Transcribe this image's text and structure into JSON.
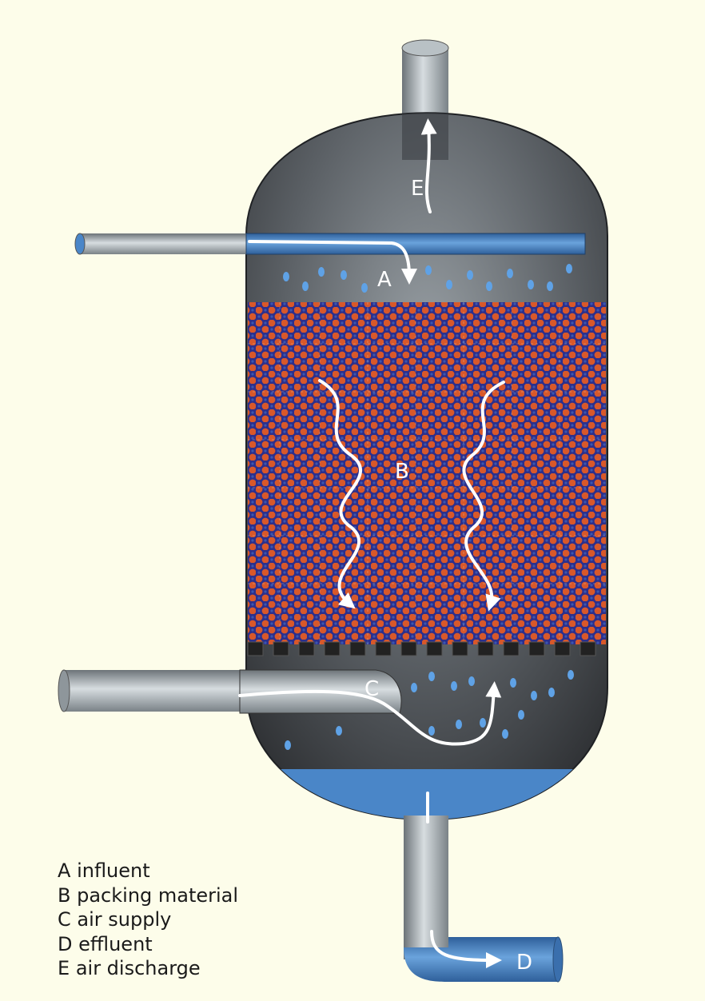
{
  "labels": {
    "a": "A",
    "b": "B",
    "c": "C",
    "d": "D",
    "e": "E"
  },
  "legend": [
    {
      "key": "A",
      "text": "influent"
    },
    {
      "key": "B",
      "text": "packing material"
    },
    {
      "key": "C",
      "text": "air supply"
    },
    {
      "key": "D",
      "text": "effluent"
    },
    {
      "key": "E",
      "text": "air discharge"
    }
  ],
  "colors": {
    "background": "#fdfdea",
    "vessel_shell": "#5a5e62",
    "water": "#4a86c8",
    "packing_orange": "#d8582a",
    "packing_blue": "#2c2f8c",
    "arrow": "#ffffff",
    "pipe": "#a9b1b6"
  }
}
